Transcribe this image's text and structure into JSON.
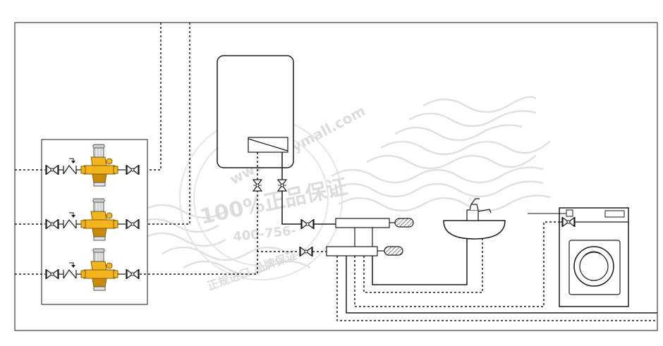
{
  "watermark": {
    "url": "www.tanymall.com",
    "guarantee": "100%正品保证",
    "phone": "400-756-",
    "bottom_text": "正规进口 品牌保证"
  },
  "colors": {
    "line": "#1a1a1a",
    "valve_brass": "#f2b51d",
    "valve_brass_dark": "#c98a0a",
    "valve_cap": "#e6e6e6",
    "watermark": "#d9d9d9"
  },
  "regulators": {
    "count": 3
  }
}
